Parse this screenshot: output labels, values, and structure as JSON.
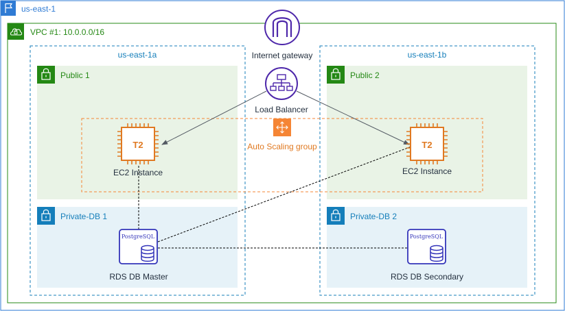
{
  "region": {
    "label": "us-east-1"
  },
  "vpc": {
    "label": "VPC #1: 10.0.0.0/16"
  },
  "azs": [
    {
      "label": "us-east-1a"
    },
    {
      "label": "us-east-1b"
    }
  ],
  "subnets": {
    "public_1": {
      "label": "Public 1"
    },
    "public_2": {
      "label": "Public 2"
    },
    "private_db_1": {
      "label": "Private-DB 1"
    },
    "private_db_2": {
      "label": "Private-DB 2"
    }
  },
  "internet_gateway": {
    "label": "Internet gateway"
  },
  "load_balancer": {
    "label": "Load Balancer"
  },
  "auto_scaling_group": {
    "label": "Auto Scaling group"
  },
  "ec2_instances": [
    {
      "badge": "T2",
      "label": "EC2 Instance"
    },
    {
      "badge": "T2",
      "label": "EC2 Instance"
    }
  ],
  "rds": {
    "master": {
      "engine": "PostgreSQL",
      "label": "RDS DB Master"
    },
    "secondary": {
      "engine": "PostgreSQL",
      "label": "RDS DB Secondary"
    }
  },
  "colors": {
    "region_border": "#2f7bd4",
    "vpc_border": "#248814",
    "az_border": "#147eba",
    "public_fill": "#e9f3e6",
    "public_text": "#248814",
    "private_fill": "#e6f2f8",
    "private_text": "#147eba",
    "compute_orange": "#e07921",
    "asg_orange": "#f58534",
    "network_purple": "#4d27aa",
    "database_blue": "#3334b9"
  }
}
